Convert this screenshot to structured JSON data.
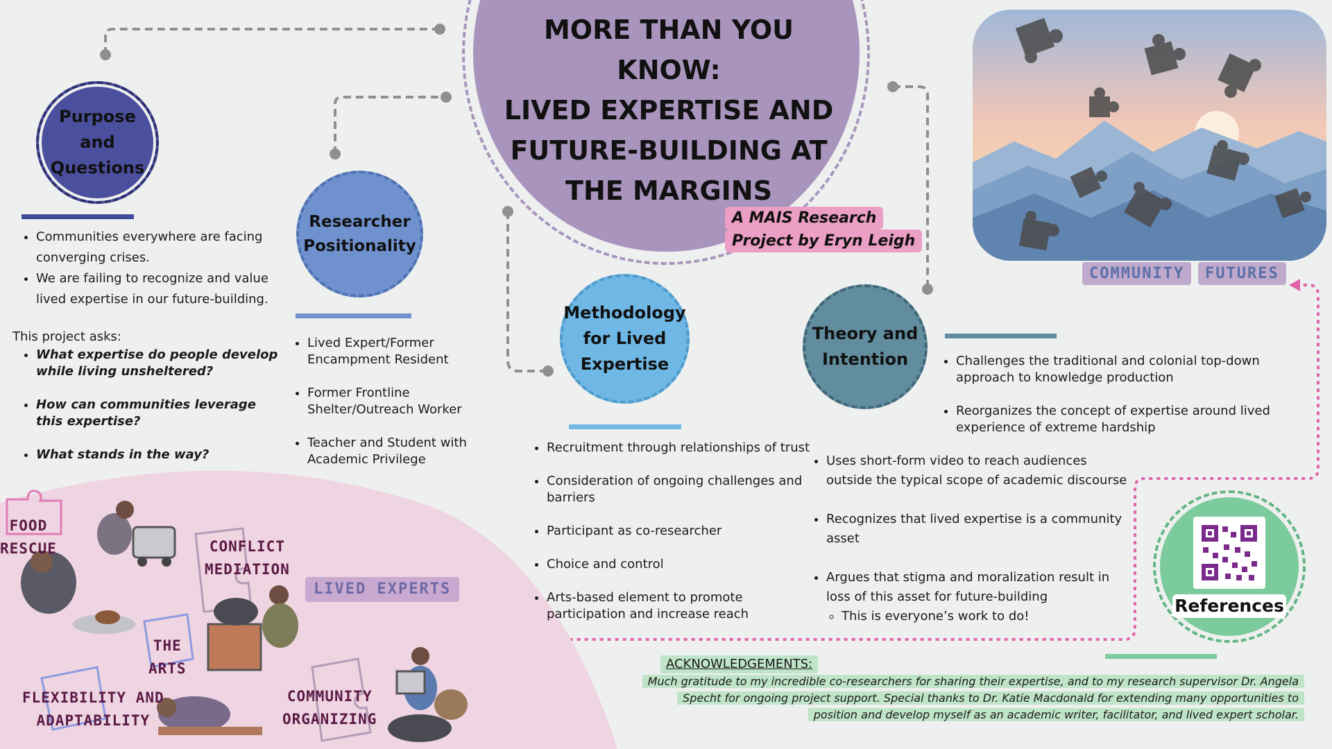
{
  "title": {
    "line1": "MORE THAN YOU",
    "line2": "KNOW:",
    "line3": "LIVED EXPERTISE AND",
    "line4": "FUTURE-BUILDING AT",
    "line5": "THE MARGINS"
  },
  "subtitle": {
    "line1": "A MAIS Research",
    "line2": "Project by Eryn Leigh"
  },
  "purpose": {
    "heading": [
      "Purpose",
      "and",
      "Questions"
    ],
    "bullets": [
      "Communities everywhere are facing converging crises.",
      "We are failing to recognize and value lived expertise in our future-building."
    ],
    "asks_label": "This project asks:",
    "questions": [
      "What expertise do people develop while living unsheltered?",
      "How can communities leverage this expertise?",
      "What stands in the way?"
    ]
  },
  "positionality": {
    "heading": [
      "Researcher",
      "Positionality"
    ],
    "bullets": [
      "Lived Expert/Former Encampment Resident",
      "Former Frontline Shelter/Outreach Worker",
      "Teacher and Student with Academic Privilege"
    ]
  },
  "methodology": {
    "heading": [
      "Methodology",
      "for Lived",
      "Expertise"
    ],
    "bullets": [
      "Recruitment through relationships of trust",
      "Consideration of ongoing challenges and barriers",
      "Participant as co-researcher",
      "Choice and control",
      "Arts-based element to promote participation and increase reach"
    ]
  },
  "theory": {
    "heading": [
      "Theory and",
      "Intention"
    ],
    "bullets_right": [
      "Challenges the traditional and colonial top-down approach to knowledge production",
      "Reorganizes the concept of expertise around lived experience of extreme hardship"
    ],
    "bullets_lower": [
      "Uses short-form video to reach audiences outside the typical scope of academic discourse",
      "Recognizes that lived expertise is a community asset",
      "Argues that stigma and moralization result in loss of this asset for future-building"
    ],
    "sub_bullet": "This is everyone’s work to do!"
  },
  "tags": {
    "community": "COMMUNITY",
    "futures": "FUTURES",
    "lived_experts": "LIVED EXPERTS"
  },
  "expertise_labels": {
    "food1": "FOOD",
    "food2": "RESCUE",
    "conflict1": "CONFLICT",
    "conflict2": "MEDIATION",
    "arts1": "THE",
    "arts2": "ARTS",
    "flex1": "FLEXIBILITY AND",
    "flex2": "ADAPTABILITY",
    "org1": "COMMUNITY",
    "org2": "ORGANIZING"
  },
  "references": {
    "label": "References"
  },
  "acknowledgements": {
    "heading": "ACKNOWLEDGEMENTS:",
    "line1": "Much gratitude to my incredible co-researchers for sharing their expertise, and to my research supervisor Dr. Angela",
    "line2": "Specht for ongoing project support. Special thanks to Dr. Katie Macdonald for extending many opportunities to",
    "line3": "position and develop myself as an academic writer,  facilitator, and lived expert scholar."
  },
  "colors": {
    "title_circle": "#a994bd",
    "purpose": "#4a4f9e",
    "positionality": "#6f92cf",
    "methodology": "#6fb8e6",
    "theory": "#628d9e",
    "references": "#7ccb9c",
    "pink": "#e6a4c6",
    "tag_purple": "#bfa9cc"
  },
  "icons": [
    "puzzle-piece-icon",
    "sun-icon",
    "mountain-icon",
    "qr-code-icon",
    "person-illustration"
  ]
}
